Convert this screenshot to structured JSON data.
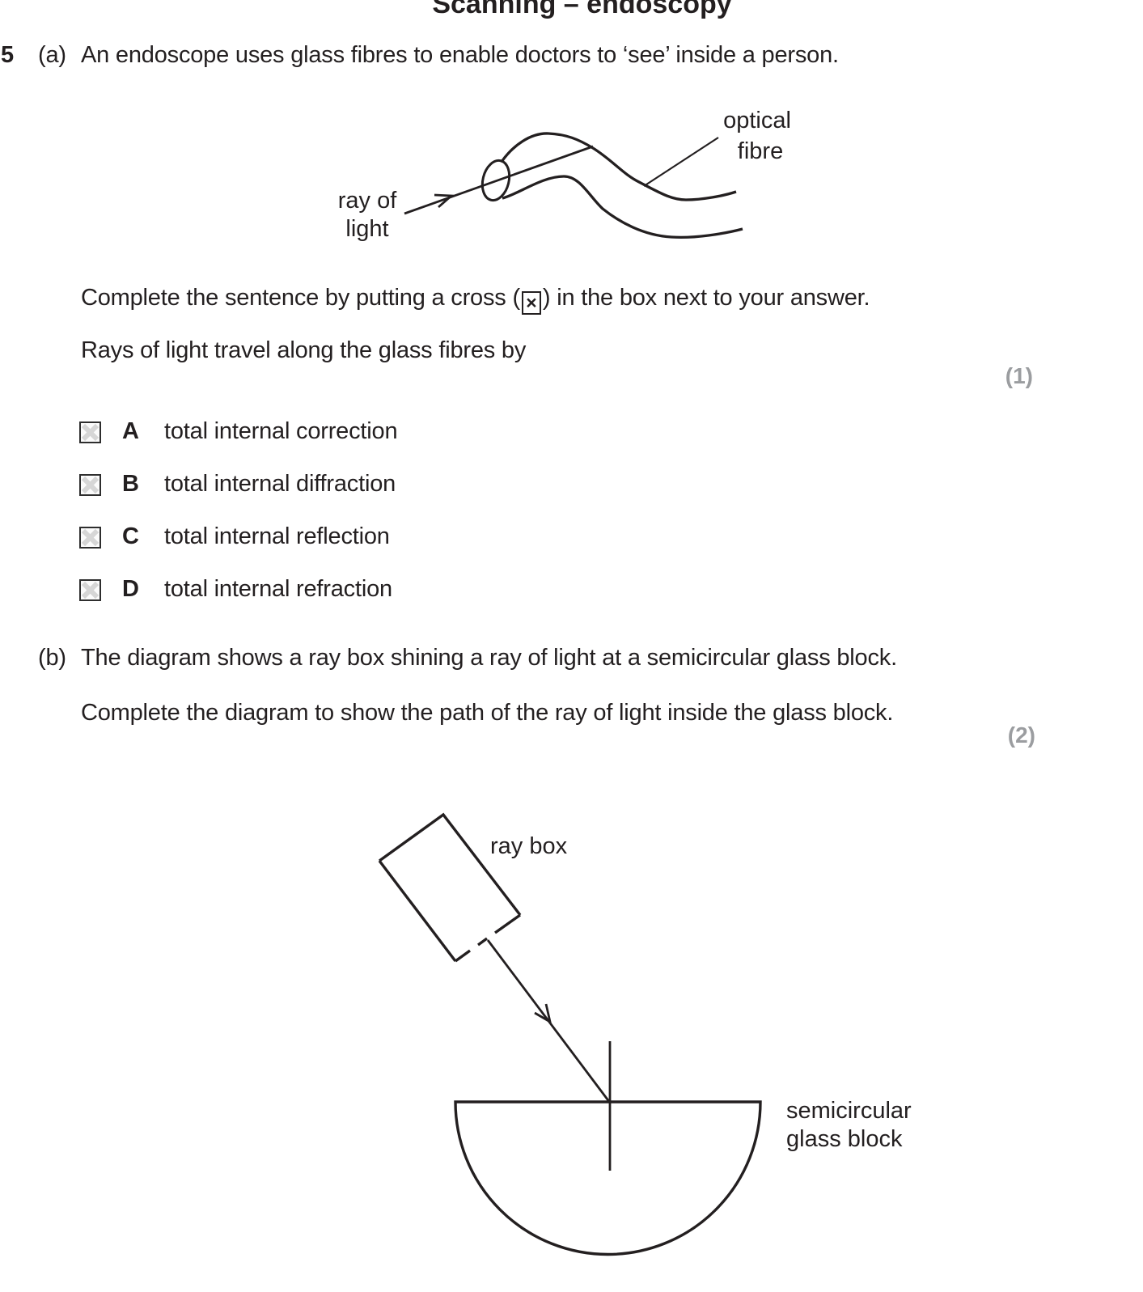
{
  "page": {
    "title": "Scanning – endoscopy",
    "question_number": "5"
  },
  "part_a": {
    "label": "(a)",
    "intro": "An endoscope uses glass fibres to enable doctors to ‘see’ inside a person.",
    "instruction_before_cross": "Complete the sentence by putting a cross (",
    "cross_glyph": "×",
    "instruction_after_cross": ") in the box next to your answer.",
    "stem": "Rays of light travel along the glass fibres by",
    "marks": "(1)",
    "options": [
      {
        "letter": "A",
        "text": "total internal correction"
      },
      {
        "letter": "B",
        "text": "total internal diffraction"
      },
      {
        "letter": "C",
        "text": "total internal reflection"
      },
      {
        "letter": "D",
        "text": "total internal refraction"
      }
    ]
  },
  "fibre_diagram": {
    "ray_label_line1": "ray of",
    "ray_label_line2": "light",
    "fibre_label_line1": "optical",
    "fibre_label_line2": "fibre"
  },
  "part_b": {
    "label": "(b)",
    "intro": "The diagram shows a ray box shining a ray of light at a semicircular glass block.",
    "instruction": "Complete the diagram to show the path of the ray of light inside the glass block.",
    "marks": "(2)",
    "diagram": {
      "ray_box_label": "ray box",
      "block_label_line1": "semicircular",
      "block_label_line2": "glass block"
    }
  },
  "colors": {
    "ink": "#231f20",
    "marks_gray": "#9b9da0",
    "checkbox_x": "#d6d6d6"
  }
}
